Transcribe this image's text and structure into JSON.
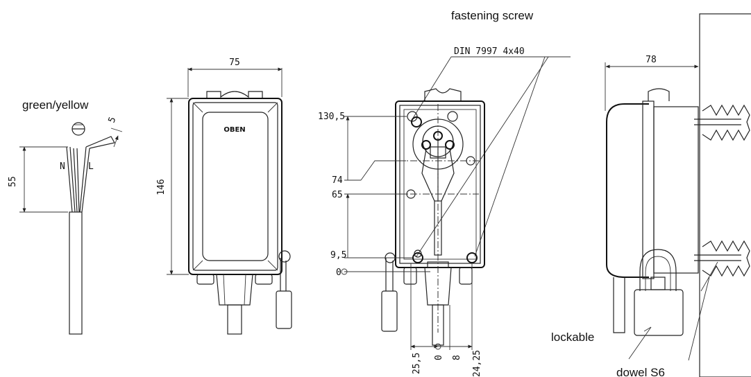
{
  "labels": {
    "green_yellow": "green/yellow",
    "fastening_screw": "fastening screw",
    "screw_spec": "DIN 7997 4x40",
    "lockable": "lockable",
    "dowel": "dowel S6",
    "oben": "OBEN",
    "neutral": "N",
    "live": "L"
  },
  "dimensions": {
    "strip_length": "55",
    "wire_strip": "5",
    "width_front": "75",
    "height_front": "146",
    "depth_side": "78",
    "hole_top": "130,5",
    "hole_mid_upper": "74",
    "hole_mid_lower": "65",
    "hole_bottom": "9,5",
    "origin_v": "0",
    "bottom_left": "25,5",
    "origin_h": "0",
    "bottom_mid": "8",
    "bottom_right": "24,25"
  },
  "colors": {
    "line": "#222222",
    "background": "#ffffff"
  }
}
